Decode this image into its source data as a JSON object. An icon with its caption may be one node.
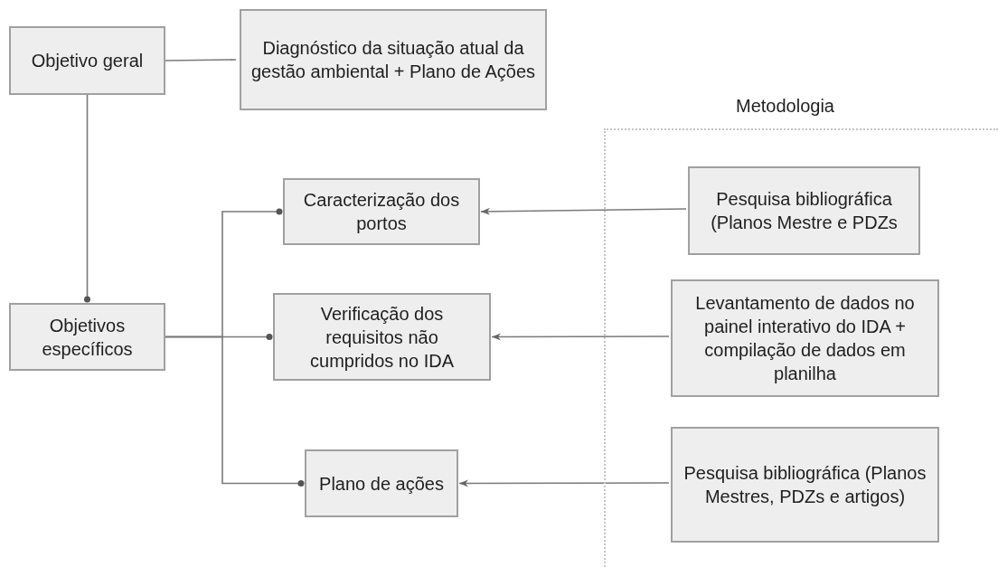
{
  "diagram": {
    "nodes": [
      {
        "text": [
          "Objetivo geral"
        ]
      },
      {
        "text": [
          "Diagnóstico da situação atual da gestão ambiental + Plano de Ações"
        ]
      },
      {
        "text": [
          "Metodologia"
        ]
      },
      {
        "text": [
          "Caracterização dos portos"
        ]
      },
      {
        "text": [
          "Pesquisa bibliográfica (Planos Mestre e PDZs"
        ],
        "in": 2
      },
      {
        "text": [
          "Objetivos específicos"
        ]
      },
      {
        "text": [
          "Verificação dos requisitos não cumpridos no IDA"
        ]
      },
      {
        "text": [
          "Levantamento de dados no painel interativo do IDA + compilação de dados em planilha"
        ],
        "in": 2
      },
      {
        "text": [
          "Plano de ações"
        ]
      },
      {
        "text": [
          "Pesquisa bibliográfica (Planos Mestres, PDZs e artigos)"
        ],
        "in": 2
      }
    ],
    "edges": [
      {
        "from": 0,
        "to": 1,
        "arrow": "none"
      },
      {
        "from": 0,
        "to": 5,
        "arrow": "other"
      },
      {
        "from": 5,
        "to": 3,
        "arrow": "other"
      },
      {
        "from": 5,
        "to": 6,
        "arrow": "other"
      },
      {
        "from": 5,
        "to": 8,
        "arrow": "other"
      },
      {
        "from": 4,
        "to": 3,
        "arrow": "to"
      },
      {
        "from": 7,
        "to": 6,
        "arrow": "to"
      },
      {
        "from": 9,
        "to": 8,
        "arrow": "to"
      }
    ]
  }
}
